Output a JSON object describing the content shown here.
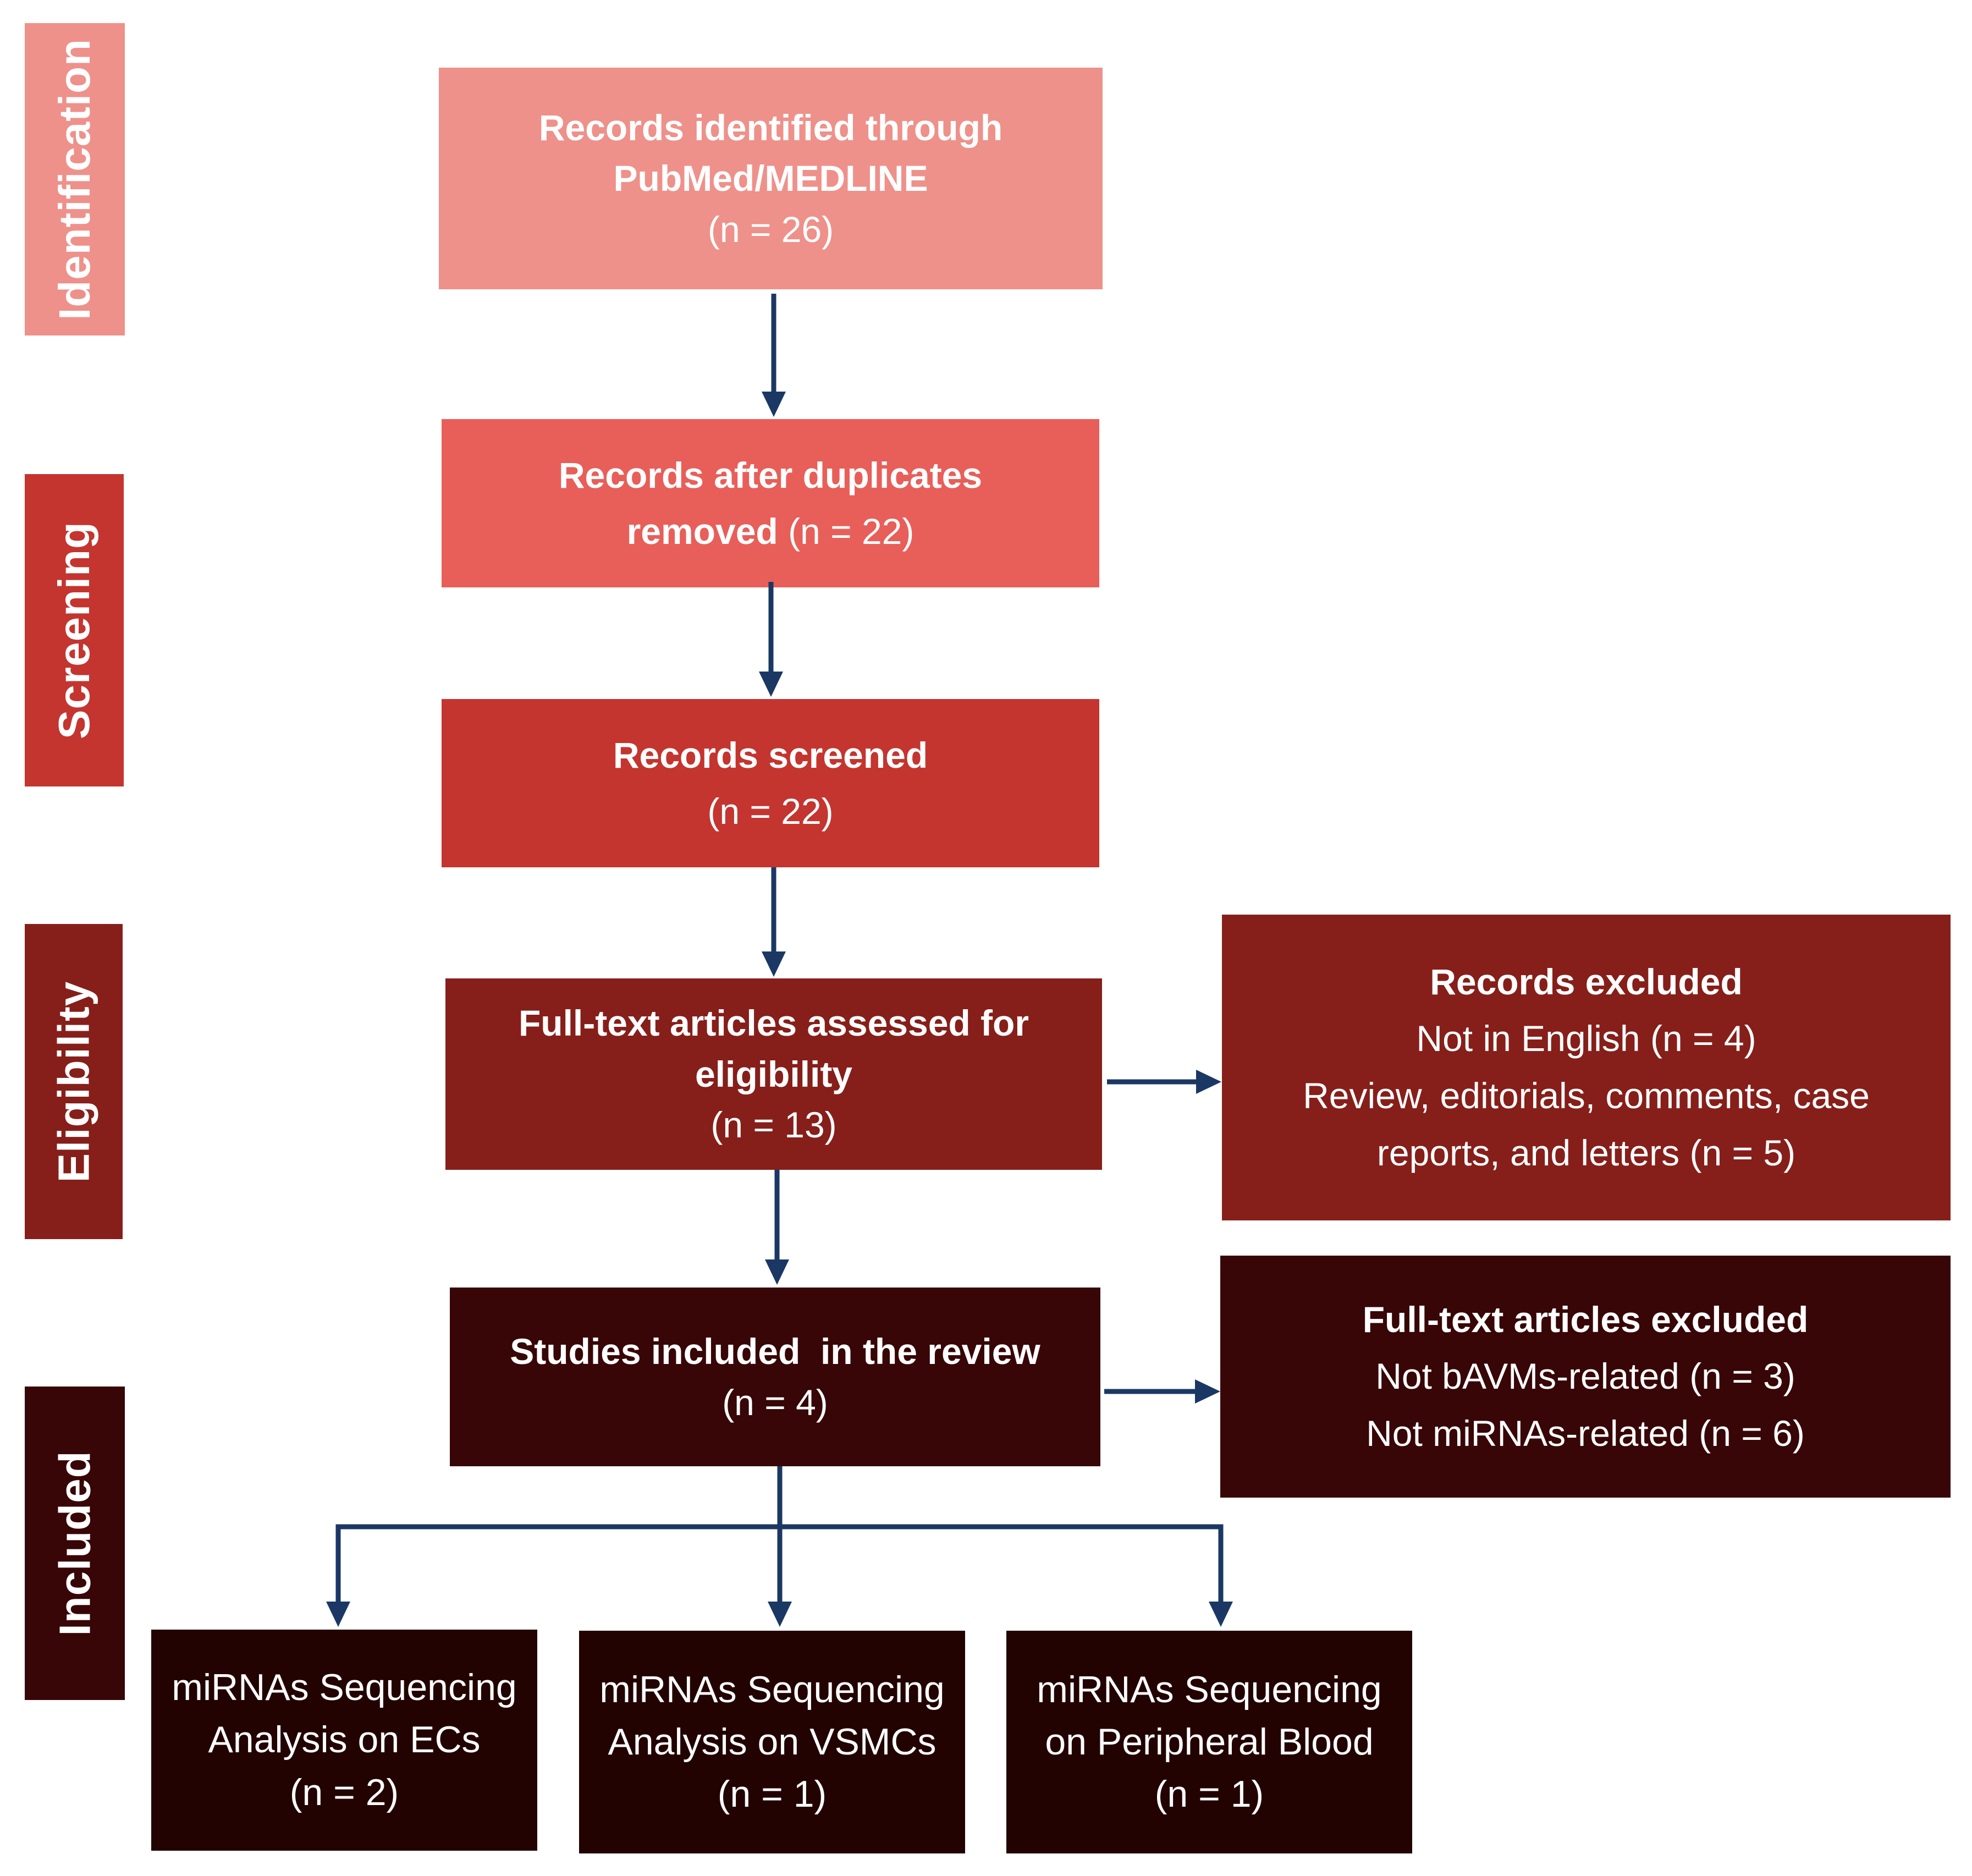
{
  "phases": {
    "identification": "Identification",
    "screening": "Screening",
    "eligibility": "Eligibility",
    "included": "Included"
  },
  "boxes": {
    "identified": {
      "line1": "Records identified through",
      "line2": "PubMed/MEDLINE",
      "count": "(n = 26)"
    },
    "after_duplicates": {
      "line1": "Records after duplicates",
      "line2_bold": "removed",
      "line2_count": " (n = 22)"
    },
    "screened": {
      "title": "Records screened",
      "count": "(n = 22)"
    },
    "assessed": {
      "line1": "Full-text articles assessed for",
      "line2": "eligibility",
      "count": "(n = 13)"
    },
    "records_excluded": {
      "title": "Records excluded",
      "line1": "Not in English (n = 4)",
      "line2": "Review, editorials, comments, case",
      "line3": "reports, and letters (n = 5)"
    },
    "included_review": {
      "title": "Studies included  in the review",
      "count": "(n = 4)"
    },
    "fulltext_excluded": {
      "title": "Full-text articles excluded",
      "line1": "Not bAVMs-related (n = 3)",
      "line2": "Not miRNAs-related (n = 6)"
    },
    "ecs": {
      "line1": "miRNAs Sequencing",
      "line2": "Analysis on ECs",
      "count": "(n = 2)"
    },
    "vsmcs": {
      "line1": "miRNAs Sequencing",
      "line2": "Analysis on VSMCs",
      "count": "(n = 1)"
    },
    "blood": {
      "line1": "miRNAs Sequencing",
      "line2": "on Peripheral Blood",
      "count": "(n = 1)"
    }
  },
  "colors": {
    "identification": "#ef918b",
    "screening_light": "#e85f5a",
    "screening": "#c43530",
    "eligibility": "#861e1a",
    "included": "#380606",
    "included_sub": "#230202",
    "arrow": "#1b3763"
  }
}
